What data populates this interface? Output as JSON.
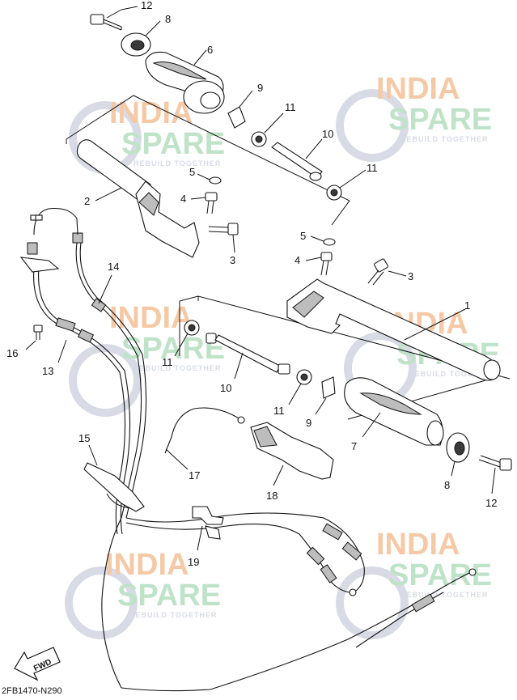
{
  "watermark": {
    "line1": "INDIA",
    "line2": "SPARE",
    "tagline": "REBUILD TOGETHER"
  },
  "labels": {
    "n1": "1",
    "n2": "2",
    "n3a": "3",
    "n3b": "3",
    "n4a": "4",
    "n4b": "4",
    "n5a": "5",
    "n5b": "5",
    "n6": "6",
    "n7": "7",
    "n8a": "8",
    "n8b": "8",
    "n9a": "9",
    "n9b": "9",
    "n10a": "10",
    "n10b": "10",
    "n11a": "11",
    "n11b": "11",
    "n11c": "11",
    "n11d": "11",
    "n12a": "12",
    "n12b": "12",
    "n13": "13",
    "n14": "14",
    "n15": "15",
    "n16": "16",
    "n17": "17",
    "n18": "18",
    "n19": "19"
  },
  "fwd_label": "FWD",
  "diagram_code": "2FB1470-N290",
  "colors": {
    "watermark_orange": "#f6c9a6",
    "watermark_green": "#bfe3c8",
    "watermark_icon": "#d8dbe6",
    "line": "#111111"
  }
}
